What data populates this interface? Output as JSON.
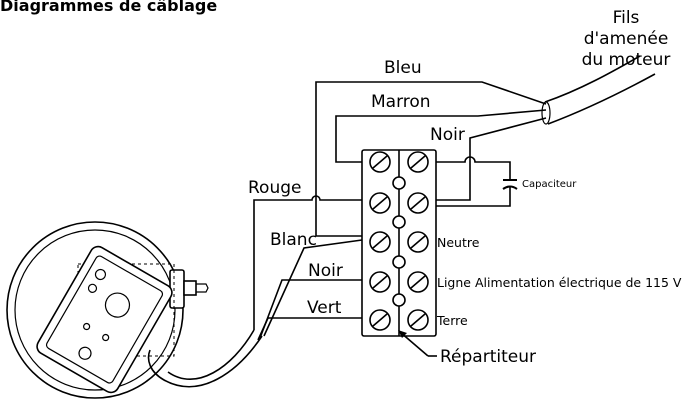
{
  "title": "Diagrammes de câblage",
  "labels": {
    "motor_leads_line1": "Fils",
    "motor_leads_line2": "d'amenée",
    "motor_leads_line3": "du moteur",
    "bleu": "Bleu",
    "marron": "Marron",
    "noir_top": "Noir",
    "rouge": "Rouge",
    "blanc": "Blanc",
    "noir_left": "Noir",
    "vert": "Vert",
    "capaciteur": "Capaciteur",
    "neutre": "Neutre",
    "ligne": "Ligne Alimentation électrique de 115 V",
    "terre": "Terre",
    "repartiteur": "Répartiteur"
  }
}
